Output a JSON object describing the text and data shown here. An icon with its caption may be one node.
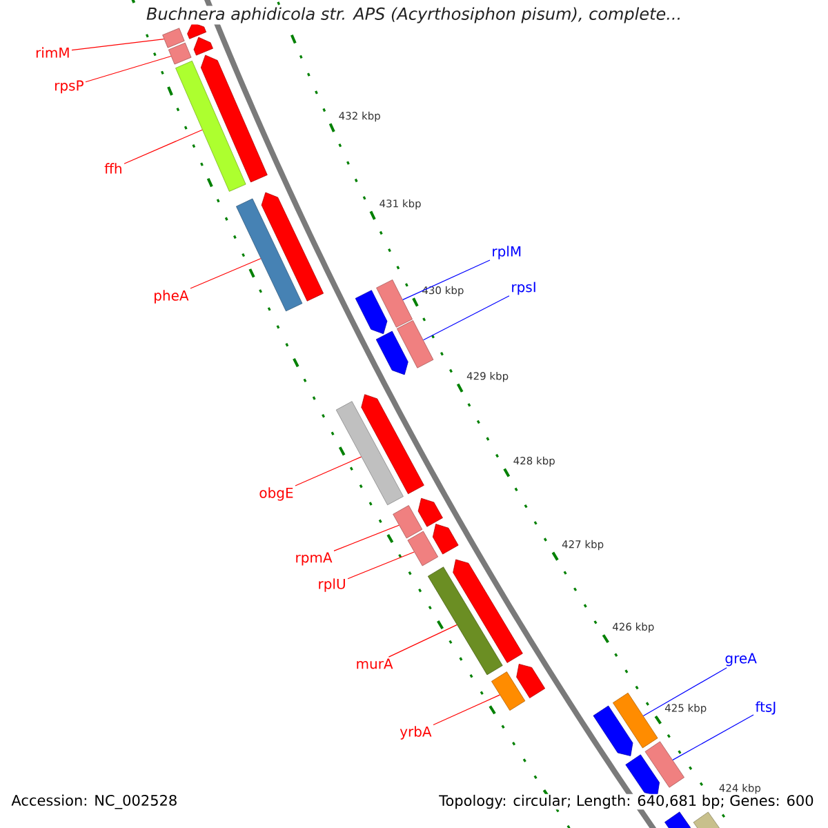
{
  "diagram": {
    "title": "Buchnera aphidicola str. APS (Acyrthosiphon pisum), complete...",
    "nodes": [
      {
        "text": [
          "rimM"
        ]
      },
      {
        "text": [
          "rpsP"
        ]
      },
      {
        "text": [
          "ffh"
        ]
      },
      {
        "text": [
          "rplM"
        ]
      },
      {
        "text": [
          "rpsI"
        ]
      },
      {
        "text": [
          "pheA"
        ]
      },
      {
        "text": [
          "obgE"
        ]
      },
      {
        "text": [
          "rpmA"
        ]
      },
      {
        "text": [
          "rplU"
        ]
      },
      {
        "text": [
          "greA"
        ]
      },
      {
        "text": [
          "murA"
        ]
      },
      {
        "text": [
          "ftsJ"
        ]
      },
      {
        "text": [
          "yrbA"
        ]
      },
      {
        "text": [],
        "shape": "bar"
      },
      {
        "text": [],
        "shape": "bar"
      },
      {
        "text": [],
        "shape": "bar"
      },
      {
        "text": [],
        "shape": "bar"
      },
      {
        "text": [],
        "shape": "bar"
      },
      {
        "text": [],
        "shape": "bar"
      },
      {
        "text": [],
        "shape": "bar"
      },
      {
        "text": [],
        "shape": "bar"
      },
      {
        "text": [],
        "shape": "bar"
      },
      {
        "text": [],
        "shape": "bar"
      },
      {
        "text": [],
        "shape": "bar"
      },
      {
        "text": [],
        "shape": "bar"
      },
      {
        "text": [],
        "shape": "bar"
      },
      {
        "text": [],
        "shape": "arrow"
      },
      {
        "text": [],
        "shape": "arrow"
      },
      {
        "text": [],
        "shape": "arrow"
      },
      {
        "text": [],
        "shape": "arrow"
      },
      {
        "text": [],
        "shape": "arrow"
      },
      {
        "text": [],
        "shape": "arrow"
      },
      {
        "text": [],
        "shape": "arrow"
      },
      {
        "text": [],
        "shape": "arrow"
      },
      {
        "text": [],
        "shape": "arrow"
      },
      {
        "text": [],
        "shape": "arrow"
      },
      {
        "text": [],
        "shape": "arrow"
      },
      {
        "text": [],
        "shape": "arrow"
      },
      {
        "text": [],
        "shape": "arrow"
      },
      {
        "text": [],
        "shape": "arrow"
      },
      {
        "text": [],
        "shape": "bar"
      }
    ],
    "edges": [
      {
        "from": 0,
        "to": 13,
        "arrow": "none"
      },
      {
        "from": 1,
        "to": 14,
        "arrow": "none"
      },
      {
        "from": 2,
        "to": 15,
        "arrow": "none"
      },
      {
        "from": 3,
        "to": 16,
        "arrow": "none",
        "color": "#0000ff"
      },
      {
        "from": 4,
        "to": 17,
        "arrow": "none",
        "color": "#0000ff"
      },
      {
        "from": 5,
        "to": 18,
        "arrow": "none"
      },
      {
        "from": 6,
        "to": 19,
        "arrow": "none"
      },
      {
        "from": 7,
        "to": 20,
        "arrow": "none"
      },
      {
        "from": 8,
        "to": 21,
        "arrow": "none"
      },
      {
        "from": 9,
        "to": 22,
        "arrow": "none",
        "color": "#0000ff"
      },
      {
        "from": 10,
        "to": 23,
        "arrow": "none"
      },
      {
        "from": 11,
        "to": 24,
        "arrow": "none",
        "color": "#0000ff"
      },
      {
        "from": 12,
        "to": 25,
        "arrow": "none"
      }
    ],
    "labels": [
      "432 kbp",
      "431 kbp",
      "430 kbp",
      "429 kbp",
      "428 kbp",
      "427 kbp",
      "426 kbp",
      "425 kbp",
      "424 kbp",
      "Accession: NC_002528",
      "Topology: circular; Length: 640,681 bp; Genes: 600"
    ]
  }
}
